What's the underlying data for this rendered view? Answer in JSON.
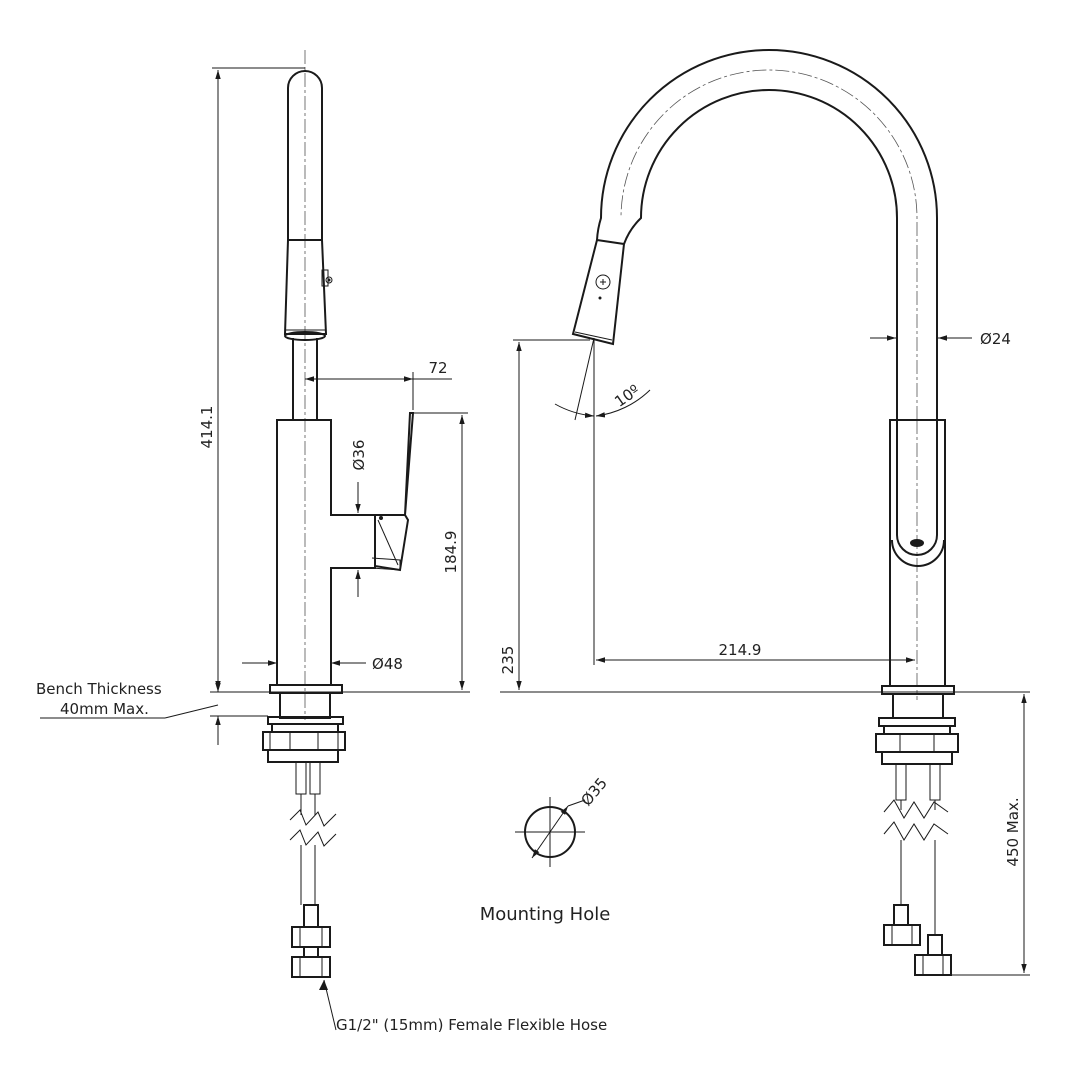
{
  "dimensions": {
    "overall_height": "414.1",
    "handle_reach": "72",
    "lever_diameter": "36",
    "body_height": "184.9",
    "body_diameter": "48",
    "spout_height": "235",
    "spray_angle": "10º",
    "spout_reach": "214.9",
    "spout_diameter": "24",
    "hole_diameter": "35",
    "hose_length": "450 Max."
  },
  "labels": {
    "bench_line1": "Bench Thickness",
    "bench_line2": "40mm Max.",
    "mounting_hole": "Mounting Hole",
    "hose": "G1/2\" (15mm) Female Flexible Hose"
  },
  "symbols": {
    "diameter": "Ø"
  }
}
